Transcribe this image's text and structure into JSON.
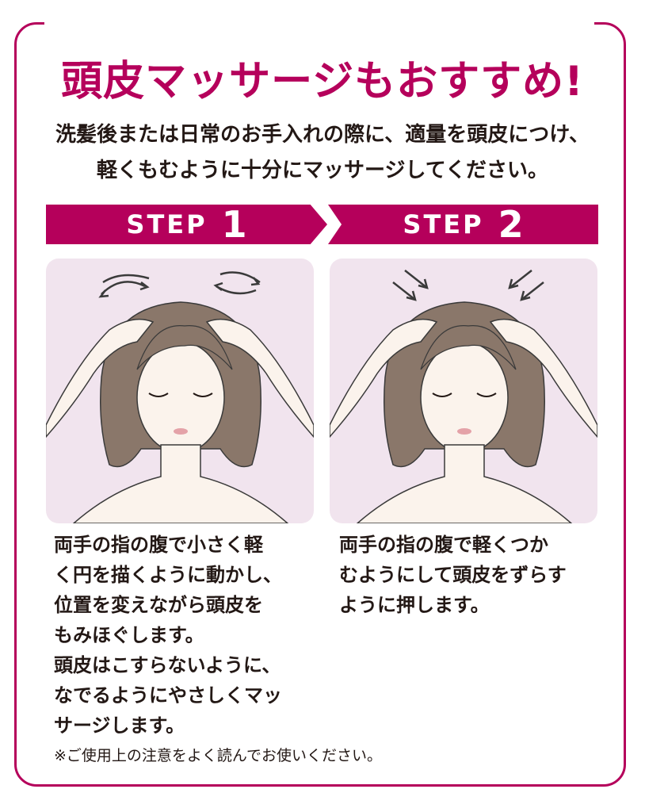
{
  "title": "頭皮マッサージもおすすめ!",
  "intro": {
    "line1": "洗髪後または日常のお手入れの際に、適量を頭皮につけ、",
    "line2": "軽くもむように十分にマッサージしてください。"
  },
  "steps": [
    {
      "label": "STEP",
      "number": "1",
      "lines": [
        "両手の指の腹で小さく軽",
        "く円を描くように動かし、",
        "位置を変えながら頭皮を",
        "もみほぐします。",
        "頭皮はこすらないように、",
        "なでるようにやさしくマッ",
        "サージします。"
      ]
    },
    {
      "label": "STEP",
      "number": "2",
      "lines": [
        "両手の指の腹で軽くつか",
        "むようにして頭皮をずらす",
        "ように押します。"
      ]
    }
  ],
  "note": "※ご使用上の注意をよく読んでお使いください。",
  "colors": {
    "accent": "#b5005b",
    "panel_bg": "#f1e4ee",
    "hair": "#8a776a"
  }
}
